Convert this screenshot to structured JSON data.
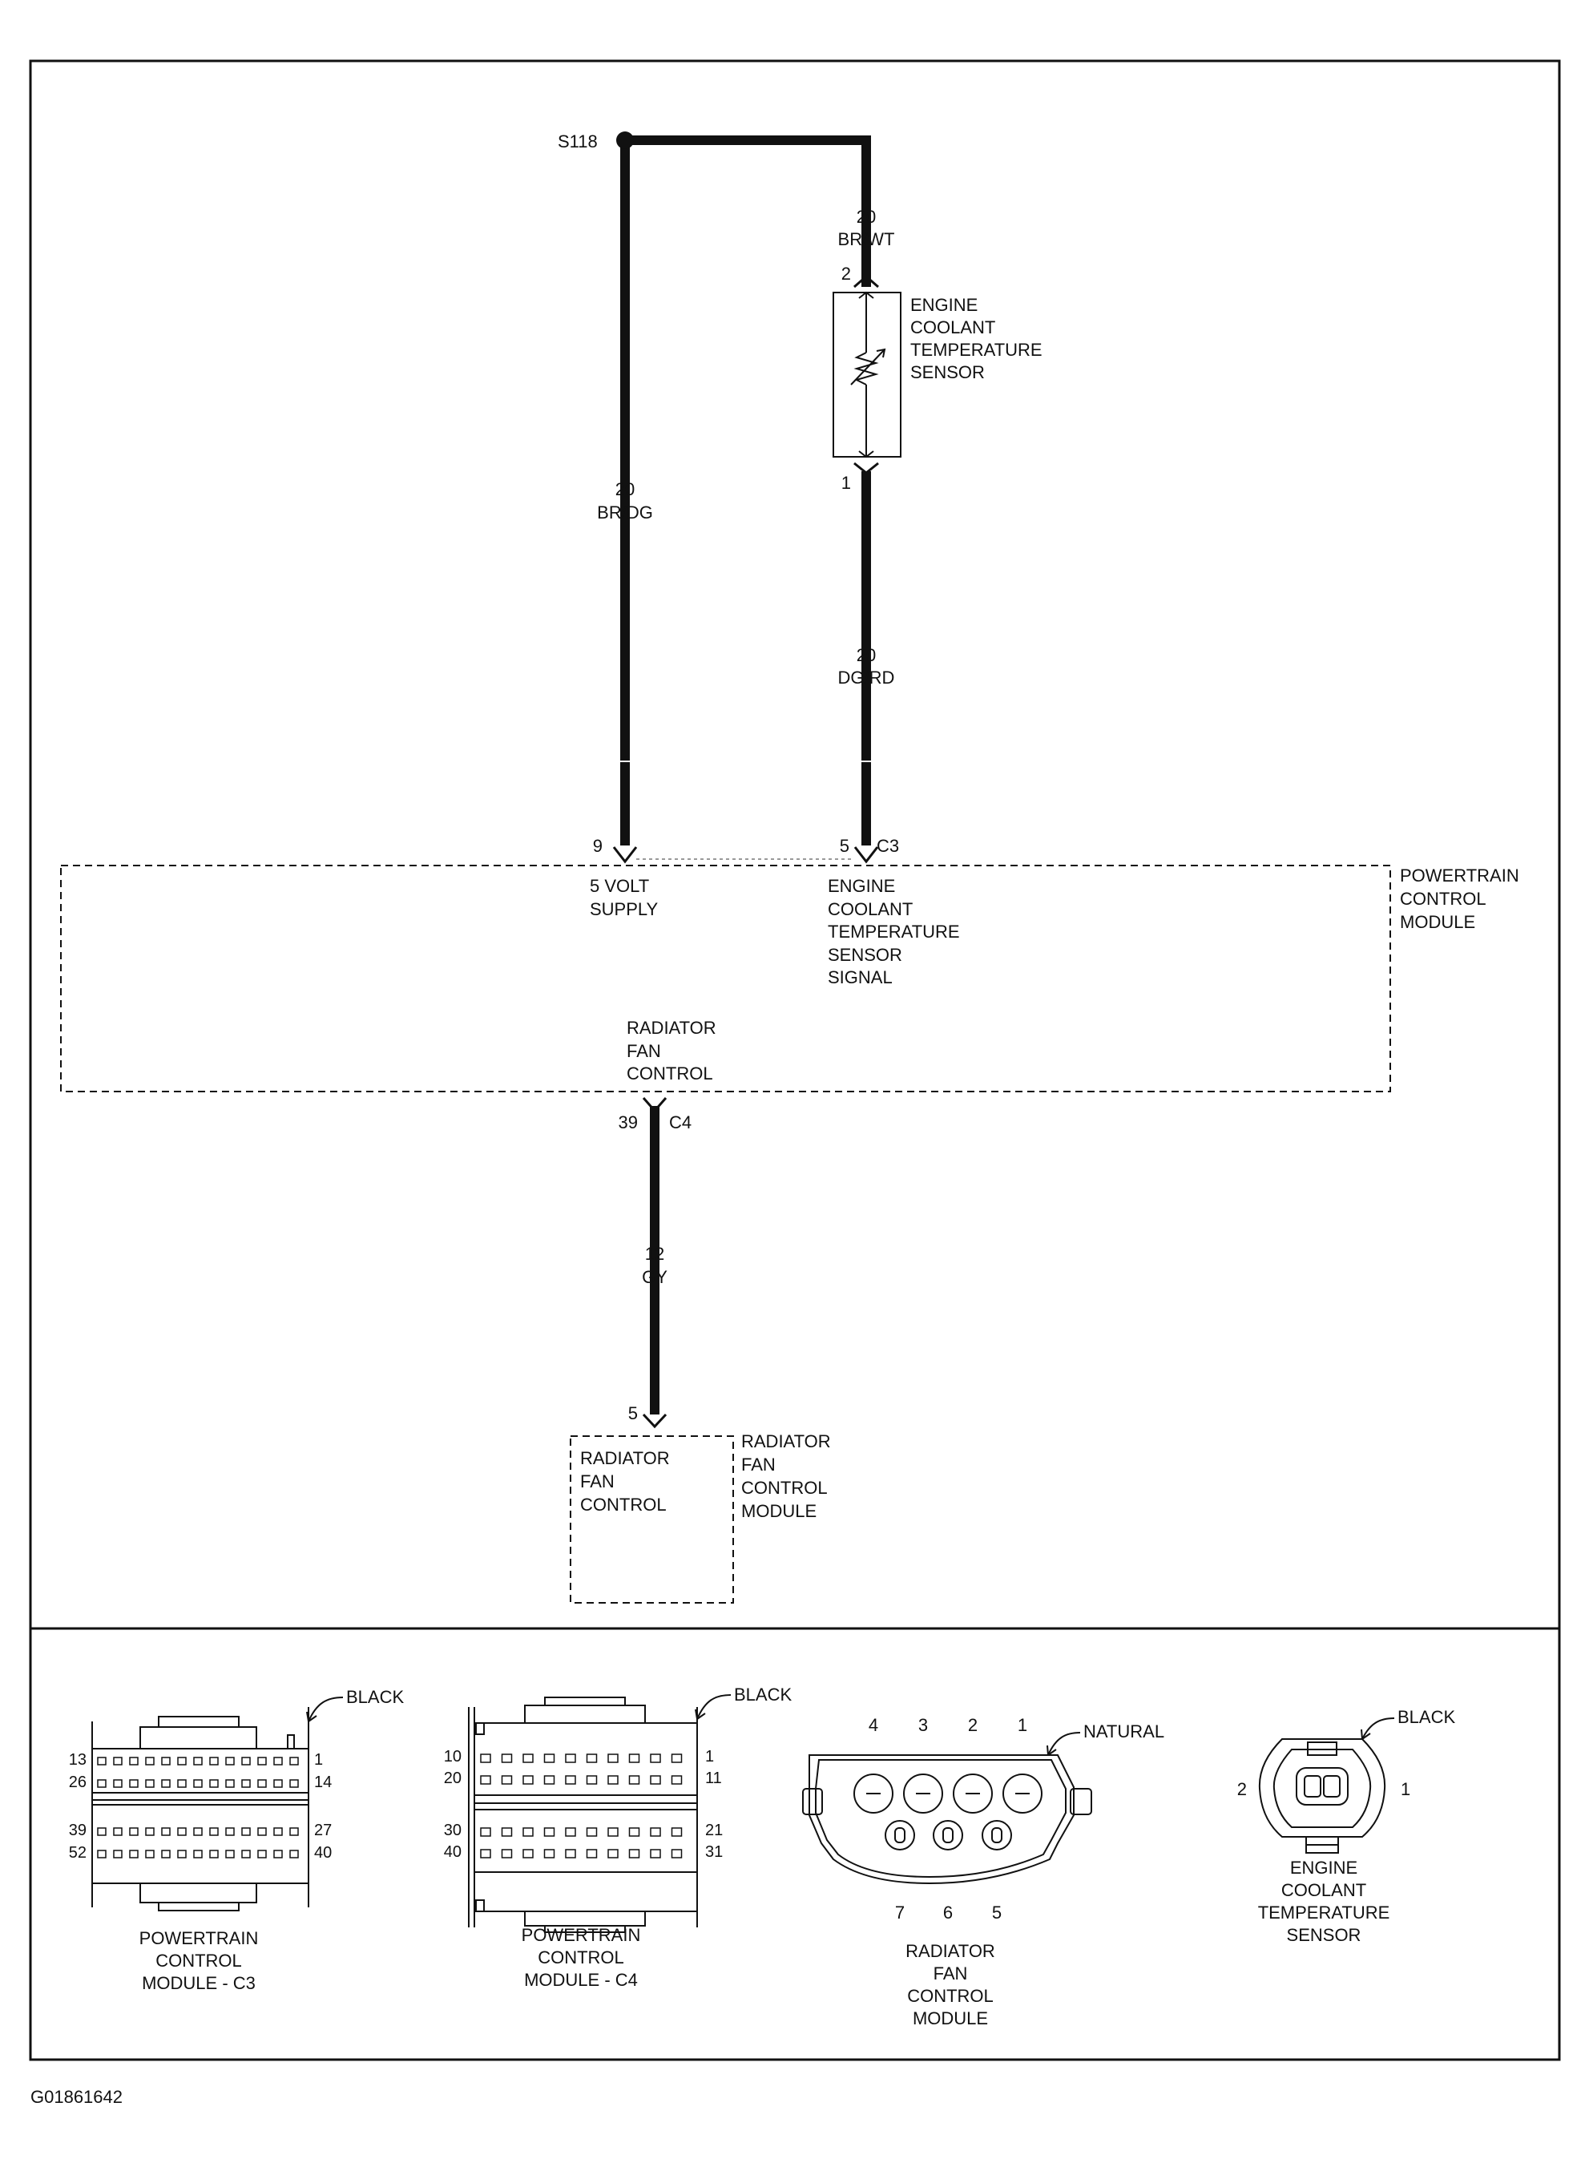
{
  "splice": {
    "id": "S118"
  },
  "wires": {
    "sensor_feed": {
      "gauge": "20",
      "color": "BR/WT"
    },
    "supply": {
      "gauge": "20",
      "color": "BR/DG"
    },
    "signal": {
      "gauge": "20",
      "color": "DG/RD"
    },
    "fan": {
      "gauge": "12",
      "color": "GY"
    }
  },
  "pins": {
    "sensor_top": "2",
    "sensor_bottom": "1",
    "pcm_supply": "9",
    "pcm_signal": "5",
    "pcm_signal_connector": "C3",
    "pcm_fan": "39",
    "pcm_fan_connector": "C4",
    "rfcm_in": "5"
  },
  "sensor": {
    "name_lines": [
      "ENGINE",
      "COOLANT",
      "TEMPERATURE",
      "SENSOR"
    ]
  },
  "pcm": {
    "name_lines": [
      "POWERTRAIN",
      "CONTROL",
      "MODULE"
    ],
    "supply_lines": [
      "5 VOLT",
      "SUPPLY"
    ],
    "signal_lines": [
      "ENGINE",
      "COOLANT",
      "TEMPERATURE",
      "SENSOR",
      "SIGNAL"
    ],
    "fan_lines": [
      "RADIATOR",
      "FAN",
      "CONTROL"
    ]
  },
  "rfcm": {
    "inner_lines": [
      "RADIATOR",
      "FAN",
      "CONTROL"
    ],
    "name_lines": [
      "RADIATOR",
      "FAN",
      "CONTROL",
      "MODULE"
    ]
  },
  "connectors": {
    "c3": {
      "color": "BLACK",
      "row_labels_left": [
        "13",
        "26",
        "39",
        "52"
      ],
      "row_labels_right": [
        "1",
        "14",
        "27",
        "40"
      ],
      "caption_lines": [
        "POWERTRAIN",
        "CONTROL",
        "MODULE - C3"
      ]
    },
    "c4": {
      "color": "BLACK",
      "row_labels_left": [
        "10",
        "20",
        "30",
        "40"
      ],
      "row_labels_right": [
        "1",
        "11",
        "21",
        "31"
      ],
      "caption_lines": [
        "POWERTRAIN",
        "CONTROL",
        "MODULE - C4"
      ]
    },
    "rfcm": {
      "color": "NATURAL",
      "top_pins": [
        "4",
        "3",
        "2",
        "1"
      ],
      "bottom_pins": [
        "7",
        "6",
        "5"
      ],
      "caption_lines": [
        "RADIATOR",
        "FAN",
        "CONTROL",
        "MODULE"
      ]
    },
    "ects": {
      "color": "BLACK",
      "left_pin": "2",
      "right_pin": "1",
      "caption_lines": [
        "ENGINE",
        "COOLANT",
        "TEMPERATURE",
        "SENSOR"
      ]
    }
  },
  "figure_id": "G01861642"
}
